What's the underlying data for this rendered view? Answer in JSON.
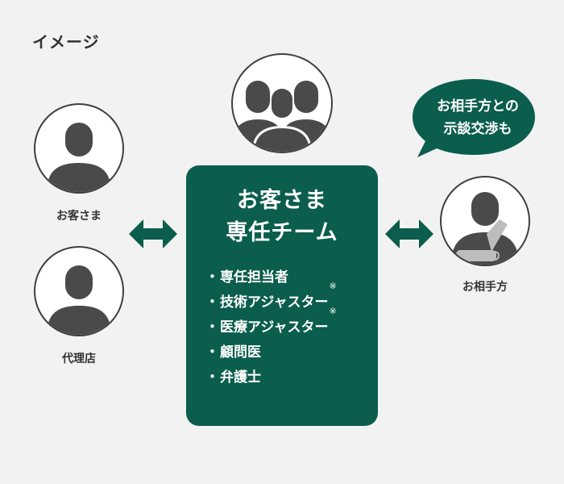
{
  "heading": "イメージ",
  "customer": {
    "label": "お客さま"
  },
  "agent": {
    "label": "代理店"
  },
  "counterparty": {
    "label": "お相手方"
  },
  "team": {
    "title_line1": "お客さま",
    "title_line2": "専任チーム",
    "bullet": "・",
    "members": [
      {
        "name": "専任担当者",
        "note": ""
      },
      {
        "name": "技術アジャスター",
        "note": "※"
      },
      {
        "name": "医療アジャスター",
        "note": "※"
      },
      {
        "name": "顧問医",
        "note": ""
      },
      {
        "name": "弁護士",
        "note": ""
      }
    ]
  },
  "speech_bubble": {
    "line1": "お相手方との",
    "line2": "示談交渉も"
  },
  "icons": {
    "customer": "person-icon",
    "agent": "person-icon",
    "team": "group-icon",
    "counterparty": "injured-person-icon",
    "arrows": "double-arrow-icon"
  },
  "colors": {
    "brand_green": "#0b5d4d",
    "icon_gray": "#4a4a4a",
    "background": "#f2f2f2"
  }
}
